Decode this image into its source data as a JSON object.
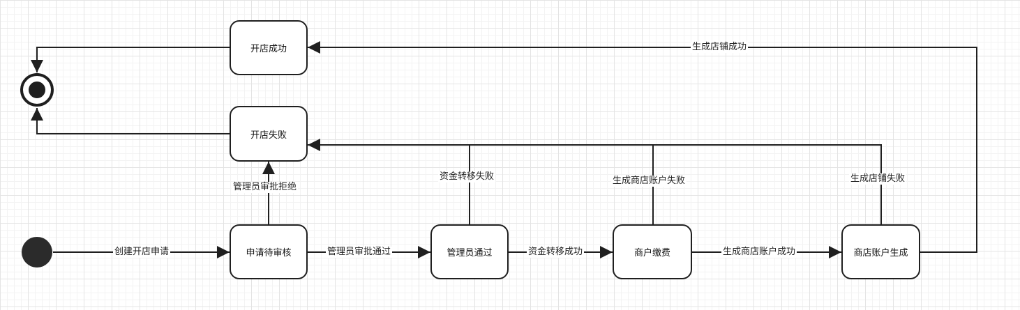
{
  "states": {
    "pending_review": "申请待审核",
    "admin_approved": "管理员通过",
    "merchant_payment": "商户缴费",
    "account_created": "商店账户生成",
    "open_success": "开店成功",
    "open_failure": "开店失败"
  },
  "transitions": {
    "create_application": "创建开店申请",
    "admin_approve": "管理员审批通过",
    "admin_reject": "管理员审批拒绝",
    "fund_transfer_success": "资金转移成功",
    "fund_transfer_fail": "资金转移失败",
    "account_create_success": "生成商店账户成功",
    "account_create_fail": "生成商店账户失败",
    "store_create_success": "生成店铺成功",
    "store_create_fail": "生成店铺失败"
  }
}
